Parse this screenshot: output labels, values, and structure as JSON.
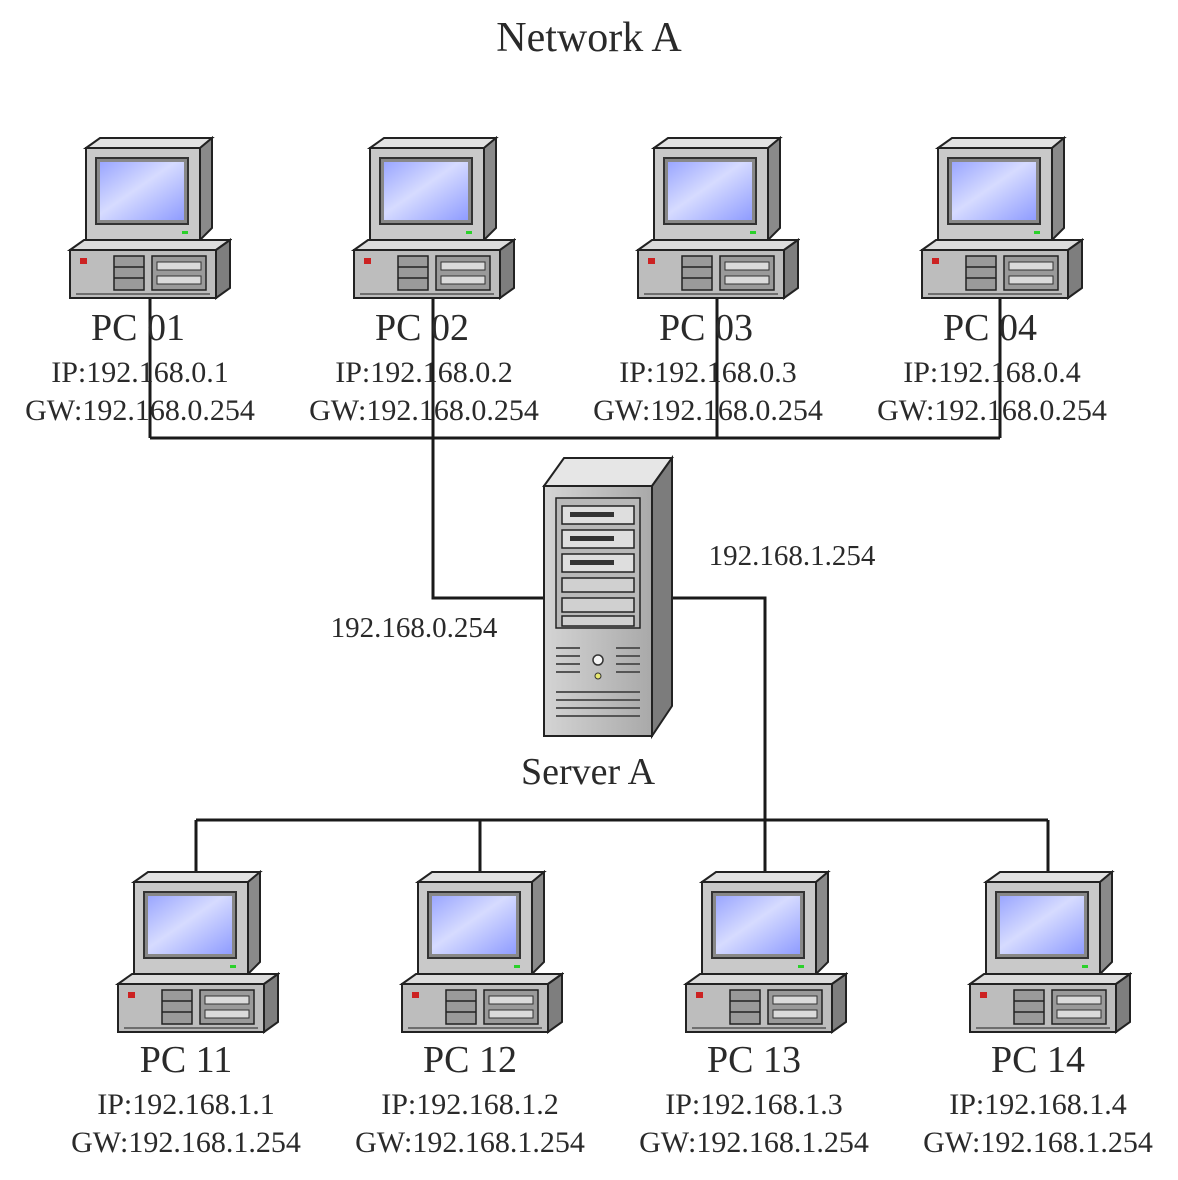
{
  "title": "Network A",
  "server": {
    "name": "Server A"
  },
  "server_interfaces": {
    "left": "192.168.0.254",
    "right": "192.168.1.254"
  },
  "pcs_top": [
    {
      "name": "PC 01",
      "ip": "IP:192.168.0.1",
      "gw": "GW:192.168.0.254"
    },
    {
      "name": "PC 02",
      "ip": "IP:192.168.0.2",
      "gw": "GW:192.168.0.254"
    },
    {
      "name": "PC 03",
      "ip": "IP:192.168.0.3",
      "gw": "GW:192.168.0.254"
    },
    {
      "name": "PC 04",
      "ip": "IP:192.168.0.4",
      "gw": "GW:192.168.0.254"
    }
  ],
  "pcs_bottom": [
    {
      "name": "PC 11",
      "ip": "IP:192.168.1.1",
      "gw": "GW:192.168.1.254"
    },
    {
      "name": "PC 12",
      "ip": "IP:192.168.1.2",
      "gw": "GW:192.168.1.254"
    },
    {
      "name": "PC 13",
      "ip": "IP:192.168.1.3",
      "gw": "GW:192.168.1.254"
    },
    {
      "name": "PC 14",
      "ip": "IP:192.168.1.4",
      "gw": "GW:192.168.1.254"
    }
  ],
  "colors": {
    "screen": "#a8b4ff",
    "case": "#c4c4c4",
    "line": "#1a1a1a",
    "led": "#cc2222"
  },
  "icons": {
    "pc": "desktop-computer-icon",
    "server": "tower-server-icon"
  }
}
